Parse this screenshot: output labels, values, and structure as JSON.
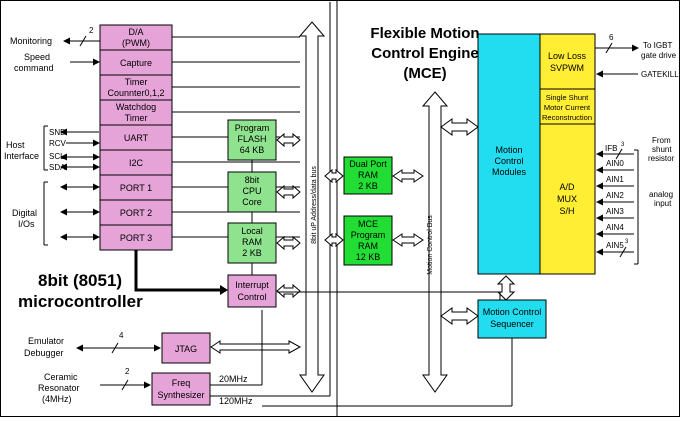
{
  "mcu": {
    "title_line1": "8bit (8051)",
    "title_line2": "microcontroller",
    "blocks": {
      "da_line1": "D/A",
      "da_line2": "(PWM)",
      "capture": "Capture",
      "timer_line1": "Timer",
      "timer_line2": "Counnter0,1,2",
      "watchdog_line1": "Watchdog",
      "watchdog_line2": "Timer",
      "uart": "UART",
      "i2c": "I2C",
      "port1": "PORT 1",
      "port2": "PORT 2",
      "port3": "PORT 3",
      "flash_line1": "Program",
      "flash_line2": "FLASH",
      "flash_line3": "64 KB",
      "cpu_line1": "8bit",
      "cpu_line2": "CPU",
      "cpu_line3": "Core",
      "ram_line1": "Local",
      "ram_line2": "RAM",
      "ram_line3": "2 KB",
      "interrupt_line1": "Interrupt",
      "interrupt_line2": "Control",
      "jtag": "JTAG",
      "freq_line1": "Freq",
      "freq_line2": "Synthesizer"
    },
    "bus_label": "8bit uP Address/data bus"
  },
  "signals": {
    "monitoring": "Monitoring",
    "monitoring_width": "2",
    "speed_line1": "Speed",
    "speed_line2": "command",
    "host_line1": "Host",
    "host_line2": "Interface",
    "snd": "SND",
    "rcv": "RCV",
    "scl": "SCL",
    "sda": "SDA",
    "digital_line1": "Digital",
    "digital_line2": "I/Os",
    "emulator_line1": "Emulator",
    "emulator_line2": "Debugger",
    "jtag_width": "4",
    "resonator_line1": "Ceramic",
    "resonator_line2": "Resonator",
    "resonator_line3": "(4MHz)",
    "resonator_width": "2",
    "clk20": "20MHz",
    "clk120": "120MHz"
  },
  "shared": {
    "dpram_line1": "Dual Port",
    "dpram_line2": "RAM",
    "dpram_line3": "2 KB",
    "mceprog_line1": "MCE",
    "mceprog_line2": "Program",
    "mceprog_line3": "RAM",
    "mceprog_line4": "12 KB"
  },
  "mce": {
    "title_line1": "Flexible Motion",
    "title_line2": "Control Engine",
    "title_line3": "(MCE)",
    "bus_label": "Motion Control Bus",
    "modules_line1": "Motion",
    "modules_line2": "Control",
    "modules_line3": "Modules",
    "svpwm_line1": "Low Loss",
    "svpwm_line2": "SVPWM",
    "shunt_line1": "Single Shunt",
    "shunt_line2": "Motor Current",
    "shunt_line3": "Reconstruction",
    "adc_line1": "A/D",
    "adc_line2": "MUX",
    "adc_line3": "S/H",
    "sequencer_line1": "Motion Control",
    "sequencer_line2": "Sequencer",
    "gate_width": "6",
    "gate_line1": "To IGBT",
    "gate_line2": "gate drive",
    "gatekill": "GATEKILL",
    "shunt_src_line1": "From",
    "shunt_src_line2": "shunt",
    "shunt_src_line3": "resistor",
    "analog_line1": "analog",
    "analog_line2": "input",
    "ifb": "IFB",
    "ifb_width": "3",
    "ain0": "AIN0",
    "ain1": "AIN1",
    "ain2": "AIN2",
    "ain3": "AIN3",
    "ain4": "AIN4",
    "ain5": "AIN5",
    "ain5_width": "3"
  },
  "colors": {
    "mcu_block": "#e6a3d8",
    "mcu_mem": "#8fe38f",
    "shared_mem": "#22dd33",
    "mce_modules": "#22dcf0",
    "mce_io": "#ffee33"
  }
}
